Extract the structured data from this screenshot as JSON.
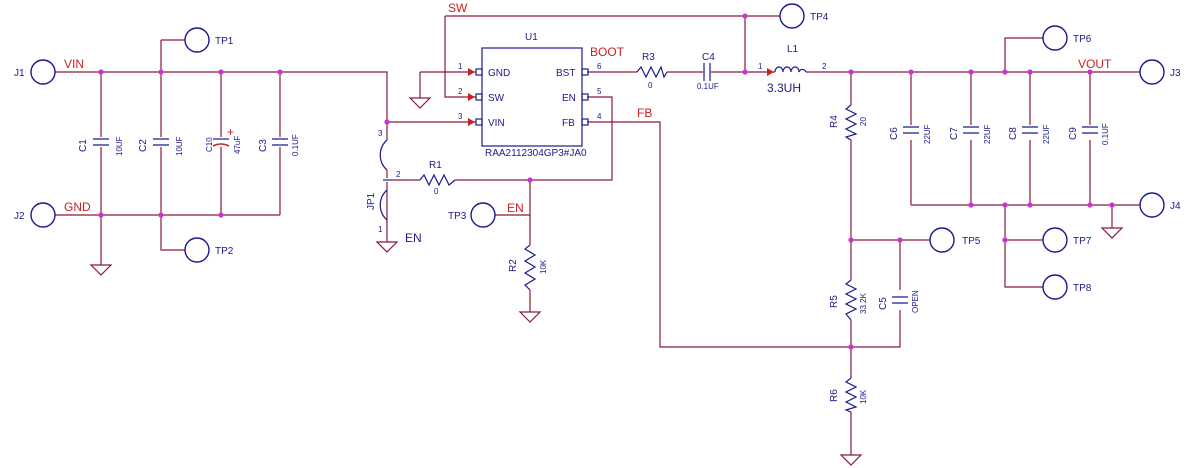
{
  "nets": {
    "vin": "VIN",
    "gnd": "GND",
    "sw": "SW",
    "boot": "BOOT",
    "fb": "FB",
    "en": "EN",
    "vout": "VOUT",
    "en_jp": "EN"
  },
  "connectors": {
    "j1": "J1",
    "j2": "J2",
    "j3": "J3",
    "j4": "J4"
  },
  "testpoints": {
    "tp1": "TP1",
    "tp2": "TP2",
    "tp3": "TP3",
    "tp4": "TP4",
    "tp5": "TP5",
    "tp6": "TP6",
    "tp7": "TP7",
    "tp8": "TP8"
  },
  "ic": {
    "ref": "U1",
    "part_number": "RAA2112304GP3#JA0",
    "pins_left": [
      {
        "num": "1",
        "name": "GND"
      },
      {
        "num": "2",
        "name": "SW"
      },
      {
        "num": "3",
        "name": "VIN"
      }
    ],
    "pins_right": [
      {
        "num": "6",
        "name": "BST"
      },
      {
        "num": "5",
        "name": "EN"
      },
      {
        "num": "4",
        "name": "FB"
      }
    ]
  },
  "components": {
    "c1": {
      "ref": "C1",
      "value": "10UF"
    },
    "c2": {
      "ref": "C2",
      "value": "10UF"
    },
    "c10": {
      "ref": "C10",
      "value": "47uF"
    },
    "c3": {
      "ref": "C3",
      "value": "0.1UF"
    },
    "r1": {
      "ref": "R1",
      "value": "0"
    },
    "r2": {
      "ref": "R2",
      "value": "10K"
    },
    "r3": {
      "ref": "R3",
      "value": "0"
    },
    "c4": {
      "ref": "C4",
      "value": "0.1UF"
    },
    "l1": {
      "ref": "L1",
      "value": "3.3UH",
      "pin1": "1",
      "pin2": "2"
    },
    "r4": {
      "ref": "R4",
      "value": "20"
    },
    "c6": {
      "ref": "C6",
      "value": "22UF"
    },
    "c7": {
      "ref": "C7",
      "value": "22UF"
    },
    "c8": {
      "ref": "C8",
      "value": "22UF"
    },
    "c9": {
      "ref": "C9",
      "value": "0.1UF"
    },
    "r5": {
      "ref": "R5",
      "value": "33.2K"
    },
    "c5": {
      "ref": "C5",
      "value": "OPEN"
    },
    "r6": {
      "ref": "R6",
      "value": "10K"
    },
    "jp1": {
      "ref": "JP1",
      "pin1": "1",
      "pin2": "2",
      "pin3": "3"
    }
  },
  "colors": {
    "wire": "#8b1a3a",
    "part": "#1a1a8c",
    "net_label": "#cc2020",
    "junction": "#cc33cc"
  }
}
